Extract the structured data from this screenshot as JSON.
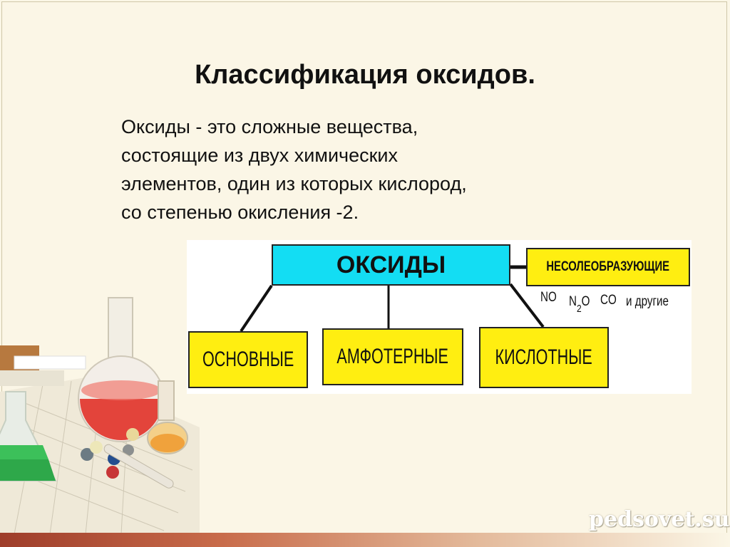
{
  "slide": {
    "title": "Классификация оксидов.",
    "definition": [
      "Оксиды - это сложные вещества,",
      "состоящие из двух химических",
      "элементов, один из которых кислород,",
      "со степенью окисления -2."
    ],
    "watermark": "pedsovet.su"
  },
  "diagram": {
    "root": "ОКСИДЫ",
    "side_box": "НЕСОЛЕОБРАЗУЮЩИЕ",
    "examples": {
      "no": "NO",
      "n2o_n": "N",
      "n2o_sub": "2",
      "n2o_o": "O",
      "co": "CO",
      "others": "и другие"
    },
    "leaves": [
      "ОСНОВНЫЕ",
      "АМФОТЕРНЫЕ",
      "КИСЛОТНЫЕ"
    ]
  },
  "colors": {
    "root_fill": "#13ddf3",
    "leaf_fill": "#ffee11",
    "background": "#fbf6e6"
  }
}
